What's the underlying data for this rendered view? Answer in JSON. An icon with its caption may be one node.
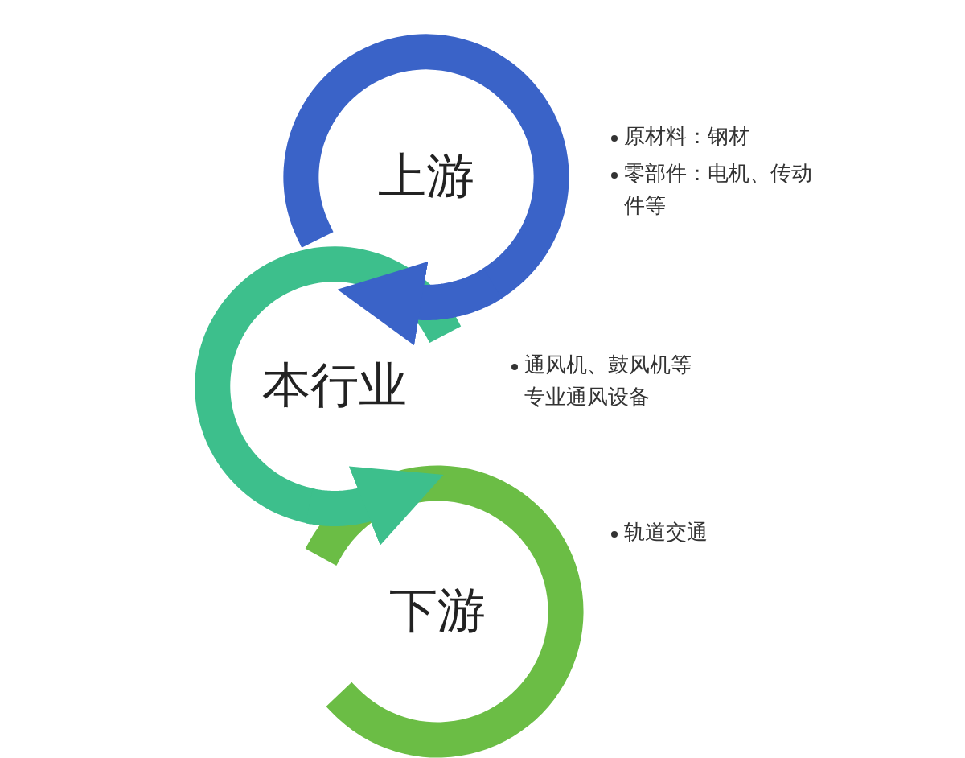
{
  "diagram": {
    "nodes": [
      {
        "text": [
          "上游"
        ],
        "beside": [
          "原材料：钢材",
          "零部件：电机、传动件等"
        ]
      },
      {
        "text": [
          "本行业"
        ],
        "beside": [
          "通风机、鼓风机等专业通风设备"
        ]
      },
      {
        "text": [
          "下游"
        ],
        "beside": [
          "轨道交通"
        ]
      }
    ],
    "edges": [
      {
        "from": 0,
        "to": 1,
        "arrow": "to",
        "color": "#3a63c8"
      },
      {
        "from": 1,
        "to": 2,
        "arrow": "to",
        "color": "#3dbf8c"
      }
    ]
  }
}
